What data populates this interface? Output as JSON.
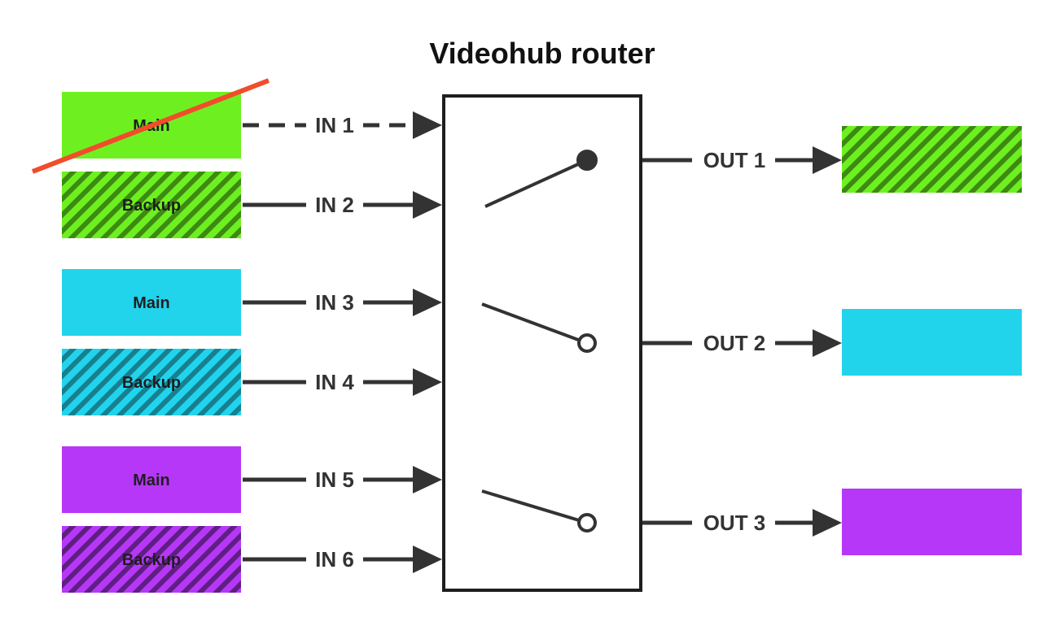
{
  "title": "Videohub router",
  "colors": {
    "green": "#6ef020",
    "green_stripe": "#3c8a12",
    "cyan": "#22d3ec",
    "cyan_stripe": "#167f90",
    "purple": "#b637f8",
    "purple_stripe": "#5f1f82",
    "line": "#333333",
    "strike": "#f24c2c",
    "router_border": "#1e1e1e"
  },
  "sources": [
    {
      "label": "Main",
      "color": "green",
      "pattern": "solid",
      "failed": true
    },
    {
      "label": "Backup",
      "color": "green",
      "pattern": "striped",
      "failed": false
    },
    {
      "label": "Main",
      "color": "cyan",
      "pattern": "solid",
      "failed": false
    },
    {
      "label": "Backup",
      "color": "cyan",
      "pattern": "striped",
      "failed": false
    },
    {
      "label": "Main",
      "color": "purple",
      "pattern": "solid",
      "failed": false
    },
    {
      "label": "Backup",
      "color": "purple",
      "pattern": "striped",
      "failed": false
    }
  ],
  "inputs": [
    {
      "label": "IN 1",
      "style": "dashed"
    },
    {
      "label": "IN 2",
      "style": "solid"
    },
    {
      "label": "IN 3",
      "style": "solid"
    },
    {
      "label": "IN 4",
      "style": "solid"
    },
    {
      "label": "IN 5",
      "style": "solid"
    },
    {
      "label": "IN 6",
      "style": "solid"
    }
  ],
  "outputs": [
    {
      "label": "OUT 1",
      "color": "green",
      "pattern": "striped",
      "switch": "backup",
      "contact_filled": true
    },
    {
      "label": "OUT 2",
      "color": "cyan",
      "pattern": "solid",
      "switch": "main",
      "contact_filled": false
    },
    {
      "label": "OUT 3",
      "color": "purple",
      "pattern": "solid",
      "switch": "main",
      "contact_filled": false
    }
  ]
}
